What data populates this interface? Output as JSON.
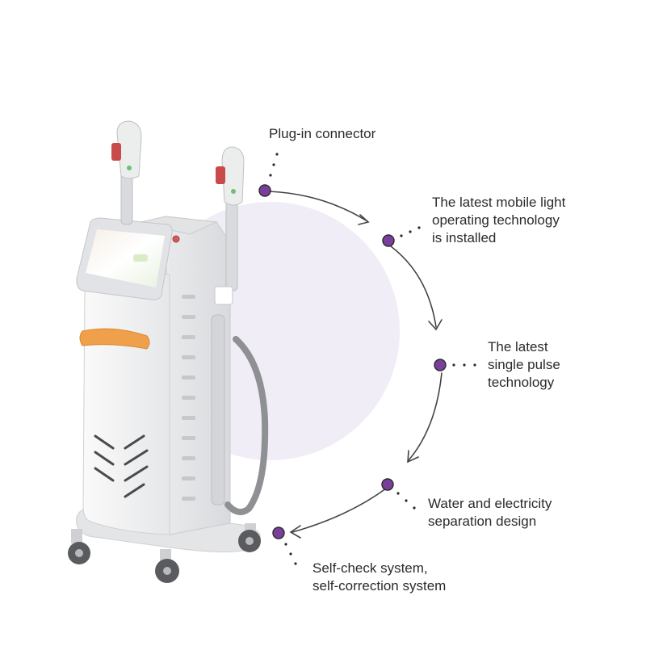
{
  "colors": {
    "accent_purple": "#7a3f9a",
    "halo": "#f0ecf6",
    "handle_orange": "#f0a04a",
    "machine_white": "#f3f4f5",
    "arrow": "#444444"
  },
  "labels": {
    "plug_in": [
      "Plug-in connector"
    ],
    "mobile_light": [
      "The latest mobile light",
      "operating technology",
      "is installed"
    ],
    "single_pulse": [
      "The latest",
      "single pulse",
      "technology"
    ],
    "water_electric": [
      "Water and electricity",
      "separation design"
    ],
    "self_check": [
      "Self-check system,",
      "self-correction system"
    ]
  }
}
